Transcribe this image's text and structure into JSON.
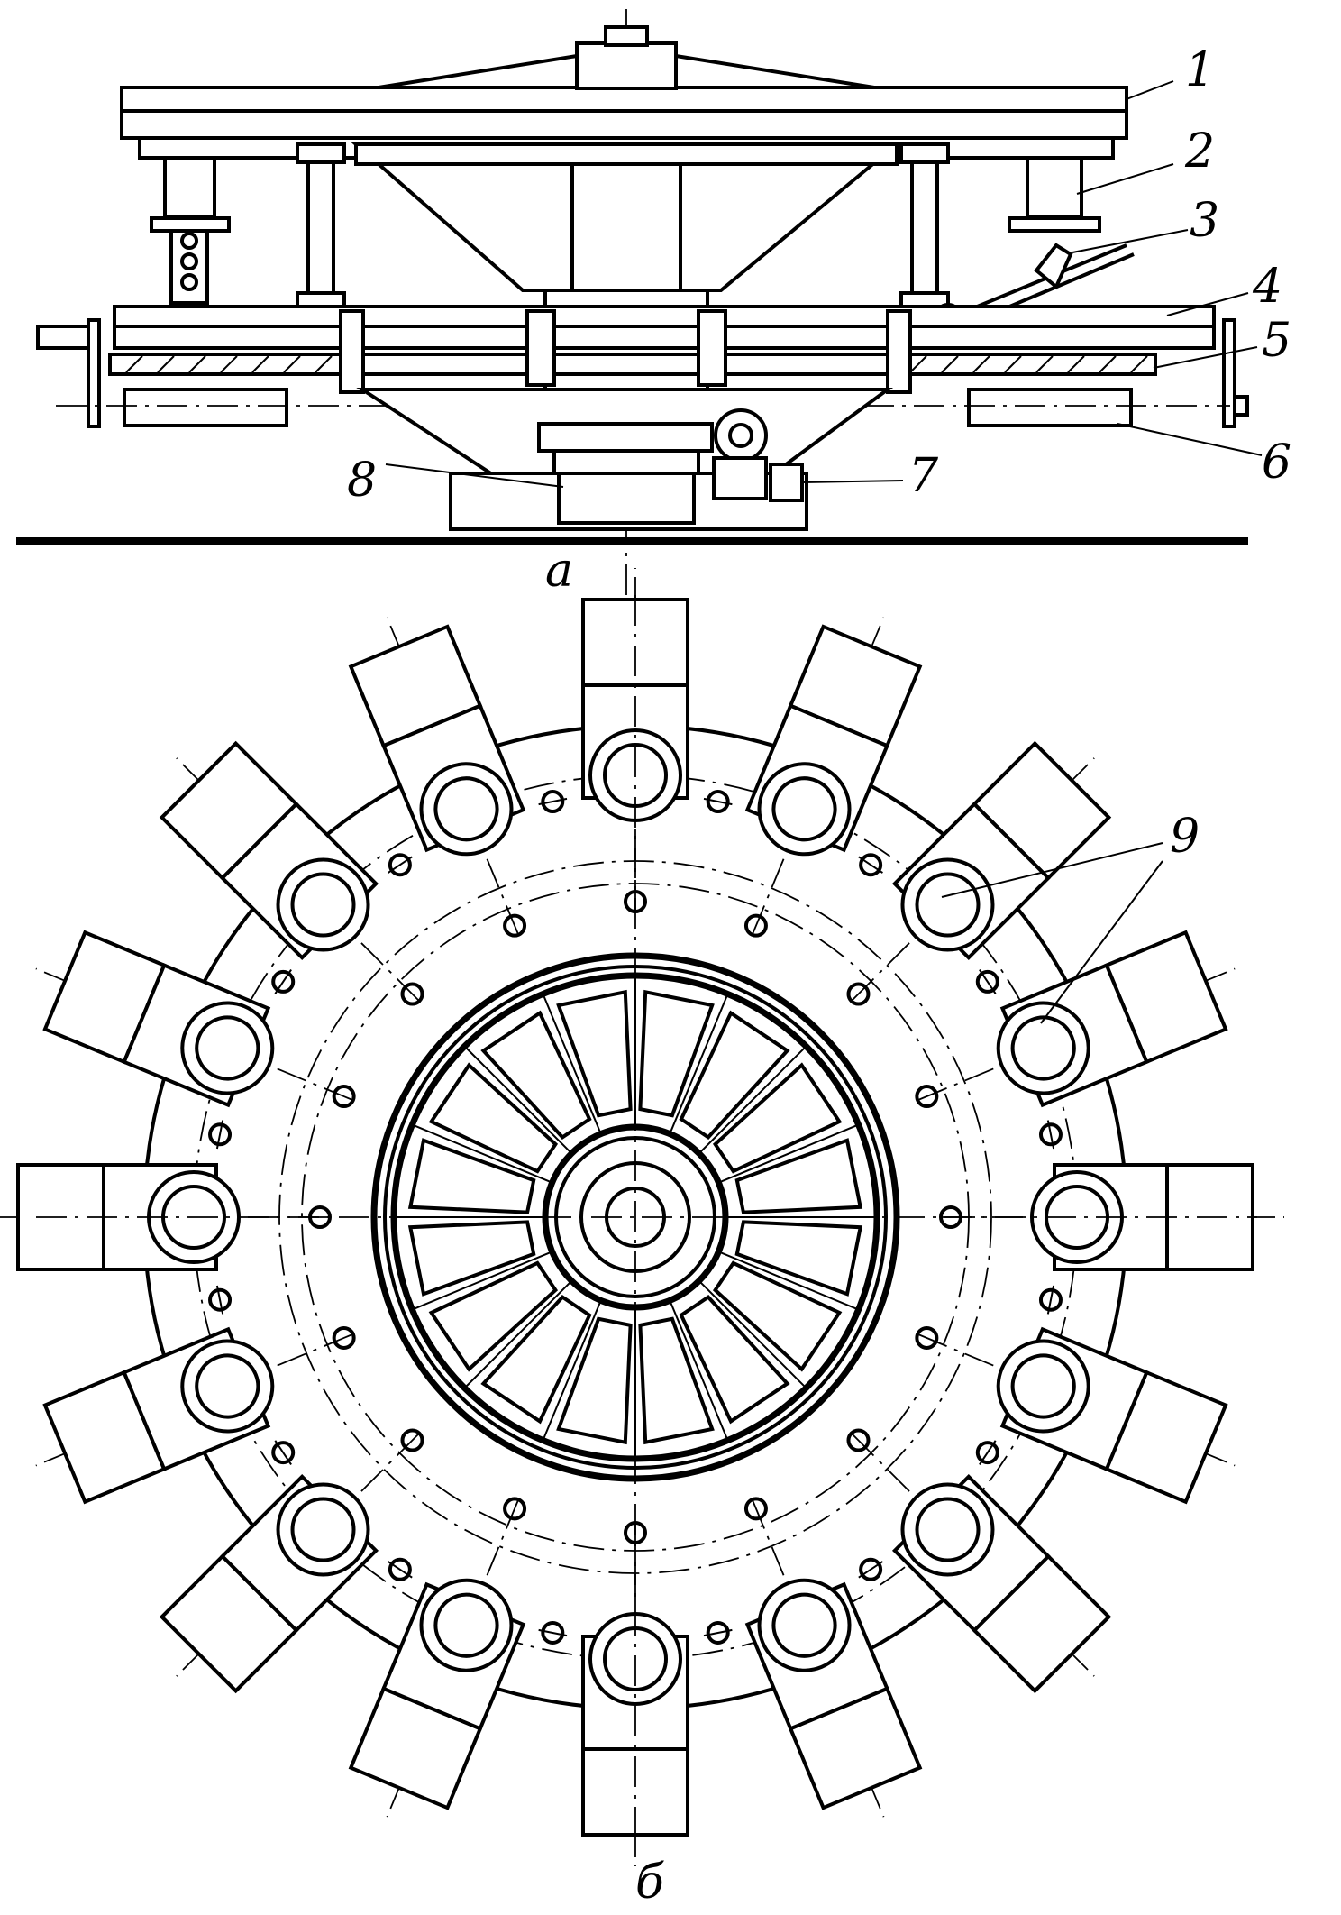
{
  "figure": {
    "view_labels": {
      "side_view": "а",
      "top_view": "б"
    },
    "callouts": [
      "1",
      "2",
      "3",
      "4",
      "5",
      "6",
      "7",
      "8",
      "9"
    ]
  },
  "wheel": {
    "station_count": 16,
    "spoke_count": 16,
    "bolt_count_outer": 16,
    "bolt_count_inner": 16
  },
  "colors": {
    "ink": "#000000",
    "paper": "#ffffff"
  }
}
